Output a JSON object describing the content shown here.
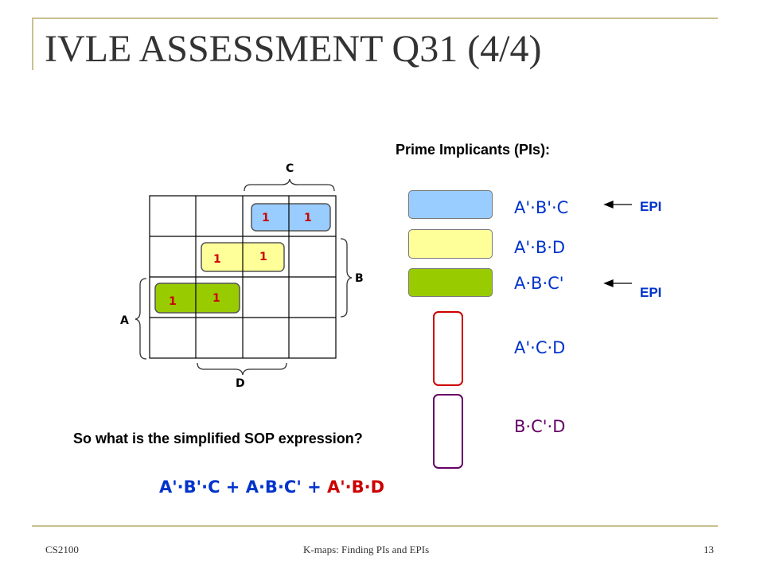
{
  "slide": {
    "title": "IVLE ASSESSMENT Q31 (4/4)",
    "footer_left": "CS2100",
    "footer_center": "K-maps: Finding PIs and EPIs",
    "footer_right": "13"
  },
  "kmap": {
    "labels": {
      "top": "C",
      "right": "B",
      "left": "A",
      "bottom": "D"
    },
    "ones": [
      "1",
      "1",
      "1",
      "1",
      "1",
      "1"
    ],
    "group_colors": {
      "blue": "#99ccff",
      "yellow": "#ffff99",
      "green": "#99cc00"
    }
  },
  "prime_implicants": {
    "heading": "Prime Implicants (PIs):",
    "items": [
      {
        "expr": "A'·B'·C",
        "color": "#0033cc",
        "epi": "EPI",
        "marker": "blue-swatch"
      },
      {
        "expr": "A'·B·D",
        "color": "#0033cc",
        "marker": "yellow-swatch"
      },
      {
        "expr": "A·B·C'",
        "color": "#0033cc",
        "epi": "EPI",
        "marker": "green-swatch"
      },
      {
        "expr": "A'·C·D",
        "color": "#0033cc",
        "marker": "red-box"
      },
      {
        "expr": "B·C'·D",
        "color": "#660066",
        "marker": "purple-box"
      }
    ]
  },
  "question": {
    "text": "So what is the simplified SOP expression?",
    "answer": {
      "term1": "A'·B'·C",
      "plus1": " + ",
      "term2": "A·B·C'",
      "plus2": " + ",
      "term3": "A'·B·D",
      "colors": {
        "term1": "#0033cc",
        "term2": "#0033cc",
        "plus": "#0033cc",
        "term3": "#cc0000"
      }
    }
  }
}
